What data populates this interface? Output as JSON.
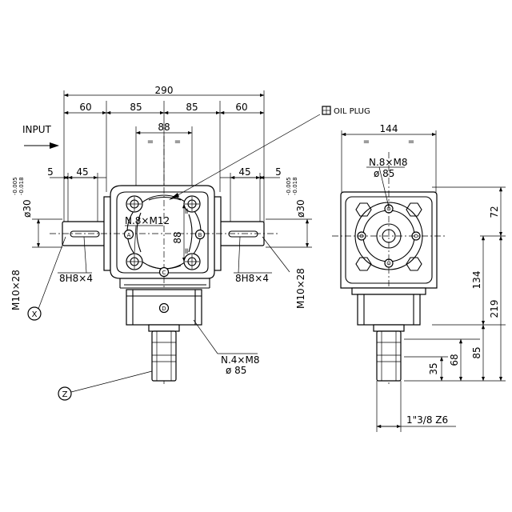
{
  "labels": {
    "input": "INPUT",
    "oil_plug": "OIL PLUG",
    "marker_a": "A",
    "marker_b": "B",
    "marker_c": "C",
    "marker_d": "D",
    "marker_x": "X",
    "marker_z": "Z"
  },
  "front_view": {
    "dim_overall": "290",
    "dim_left_60": "60",
    "dim_left_85": "85",
    "dim_right_85": "85",
    "dim_right_60": "60",
    "dim_88_top": "88",
    "dim_88_side": "88",
    "dim_left_5": "5",
    "dim_left_45": "45",
    "dim_right_45": "45",
    "dim_right_5": "5",
    "shaft_dia_left": "ø30",
    "shaft_tol_left_upper": "-0.005",
    "shaft_tol_left_lower": "-0.018",
    "shaft_dia_right": "ø30",
    "shaft_tol_right_upper": "-0.005",
    "shaft_tol_right_lower": "-0.018",
    "bolt_pattern": "N.8×M12",
    "thread_left": "M10×28",
    "thread_right": "M10×28",
    "key_left": "8H8×4",
    "key_right": "8H8×4",
    "flange_bolts": "N.4×M8",
    "flange_pcd": "ø 85"
  },
  "side_view": {
    "dim_144": "144",
    "bolt_pattern": "N.8×M8",
    "bolt_pcd": "ø 85",
    "dim_72": "72",
    "dim_134": "134",
    "dim_219": "219",
    "dim_85": "85",
    "dim_68": "68",
    "dim_35": "35",
    "spline": "1\"3/8 Z6"
  }
}
